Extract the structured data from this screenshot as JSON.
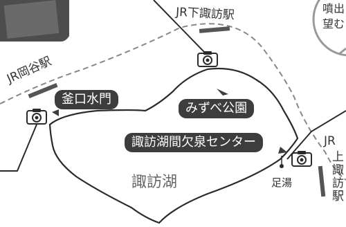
{
  "map": {
    "lake_name": "諏訪湖",
    "stations": {
      "shimosuwa": "JR下諏訪駅",
      "okaya": "JR岡谷駅",
      "kamisuwa_prefix": "JR",
      "kamisuwa_name": [
        "上",
        "諏",
        "訪",
        "駅"
      ]
    },
    "spots": {
      "kamaguchi": "釜口水門",
      "mizube": "みずべ公園",
      "kanketsusen": "諏訪湖間欠泉センター",
      "ashiyu": "足湯"
    },
    "info_bubble": [
      "噴出",
      "望む"
    ]
  },
  "colors": {
    "shore": "#2a2a2a",
    "rail": "#888888",
    "station_bar": "#555555",
    "label_bg": "#3d3d3d",
    "text": "#333333"
  }
}
